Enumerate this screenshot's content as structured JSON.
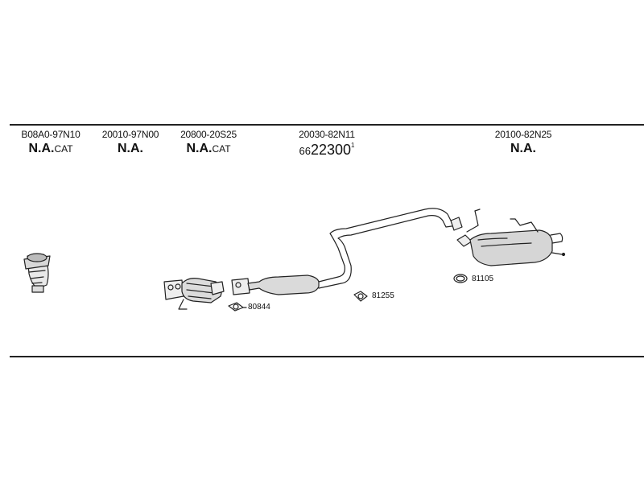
{
  "columns": [
    {
      "part_number": "B08A0-97N10",
      "status_main": "N.A.",
      "status_suffix": "CAT"
    },
    {
      "part_number": "20010-97N00",
      "status_main": "N.A.",
      "status_suffix": ""
    },
    {
      "part_number": "20800-20S25",
      "status_main": "N.A.",
      "status_suffix": "CAT"
    },
    {
      "part_number": "20030-82N11",
      "price_prefix": "66",
      "price_main": "22300",
      "price_sup": "1"
    },
    {
      "part_number": "20100-82N25",
      "status_main": "N.A.",
      "status_suffix": ""
    }
  ],
  "callouts": {
    "gasket_front": "80844",
    "gasket_mid": "81255",
    "ring_rear": "81105"
  }
}
